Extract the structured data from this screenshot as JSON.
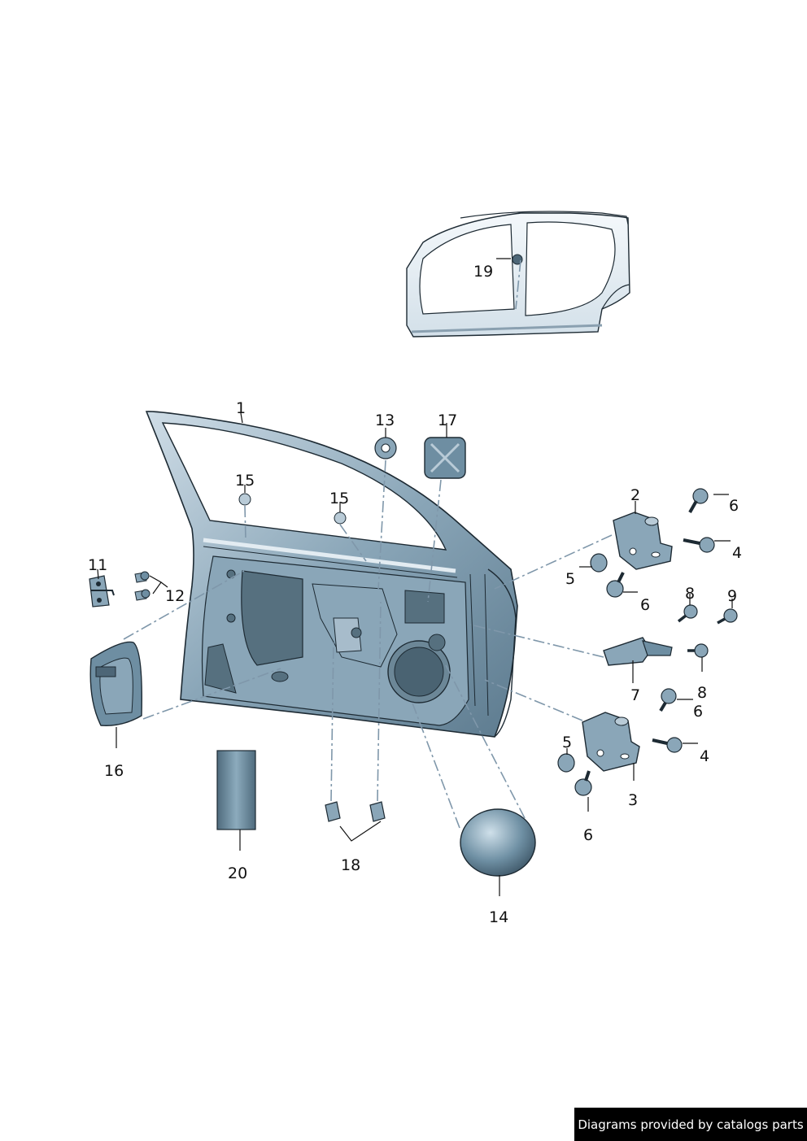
{
  "callouts": [
    {
      "id": "1",
      "label": "1"
    },
    {
      "id": "2",
      "label": "2"
    },
    {
      "id": "3",
      "label": "3"
    },
    {
      "id": "4a",
      "label": "4"
    },
    {
      "id": "4b",
      "label": "4"
    },
    {
      "id": "5a",
      "label": "5"
    },
    {
      "id": "5b",
      "label": "5"
    },
    {
      "id": "6a",
      "label": "6"
    },
    {
      "id": "6b",
      "label": "6"
    },
    {
      "id": "6c",
      "label": "6"
    },
    {
      "id": "6d",
      "label": "6"
    },
    {
      "id": "7",
      "label": "7"
    },
    {
      "id": "8a",
      "label": "8"
    },
    {
      "id": "8b",
      "label": "8"
    },
    {
      "id": "9",
      "label": "9"
    },
    {
      "id": "11",
      "label": "11"
    },
    {
      "id": "12",
      "label": "12"
    },
    {
      "id": "13",
      "label": "13"
    },
    {
      "id": "14",
      "label": "14"
    },
    {
      "id": "15a",
      "label": "15"
    },
    {
      "id": "15b",
      "label": "15"
    },
    {
      "id": "16",
      "label": "16"
    },
    {
      "id": "17",
      "label": "17"
    },
    {
      "id": "18",
      "label": "18"
    },
    {
      "id": "19",
      "label": "19"
    },
    {
      "id": "20",
      "label": "20"
    }
  ],
  "footer": {
    "text": "Diagrams provided by catalogs parts"
  },
  "colors": {
    "part_fill": "#6e8ea2",
    "part_dark": "#4d6677",
    "part_light": "#b9cbd7",
    "outline": "#1d2a33",
    "dash_line": "#7f97aa",
    "body_fill": "#e9f0f5"
  }
}
